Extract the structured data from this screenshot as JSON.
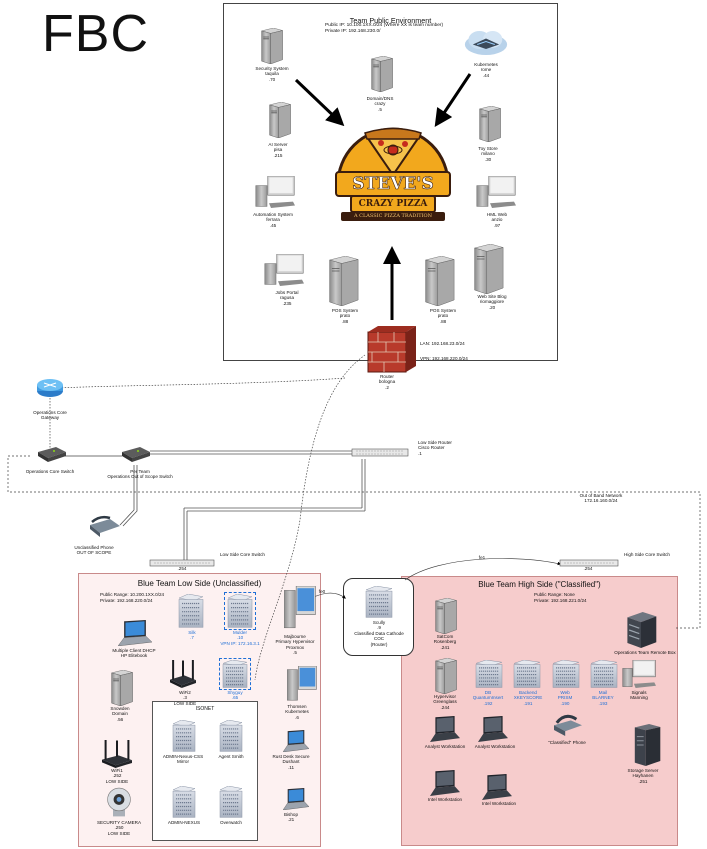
{
  "title": "FBC",
  "public_env": {
    "title": "Team Public Environment",
    "public_ip": "Public IP:   10.100.1XX.0/24 (Where XX is team number)",
    "private_ip": "Private IP:  192.168.230.0/",
    "router_lan": "LAN: 192.168.23.0/24",
    "router_vpn": "VPN: 192.168.220.0/24",
    "logo_line1": "STEVE'S",
    "logo_line2": "CRAZY PIZZA",
    "logo_tagline": "A CLASSIC PIZZA TRADITION",
    "nodes": [
      {
        "name": "Security System\ntaquila\n.70"
      },
      {
        "name": "Domain/DNS\ncrazy\n.5"
      },
      {
        "name": "Kubernetes\nrome\n.44"
      },
      {
        "name": "AI Server\npisa\n.215"
      },
      {
        "name": "Toy Store\nmilano\n.30"
      },
      {
        "name": "Automation System\nferrara\n.45"
      },
      {
        "name": "HML Web\nanzio\n.97"
      },
      {
        "name": "Jobs Portal\nragusa\n.235"
      },
      {
        "name": "POS System\nprato\n.88"
      },
      {
        "name": "POS System\nprato\n.88"
      },
      {
        "name": "Web Site Blog\nriomaggiore\n.20"
      },
      {
        "name": "Router\nbologna\n.2"
      }
    ]
  },
  "ops": {
    "gateway": "Operations Core\nGateway",
    "core_switch": "Operations Core Switch",
    "per_team_switch": "Per Team\nOperations Out of Scope Switch",
    "low_router": "Low Side Router\nCisco Router\n.1",
    "oob_network": "Out of Band Network\n172.16.160.0/24",
    "phone": "Unclassified Phone\nOUT OF SCOPE",
    "low_core_switch": "Low Side Core Switch",
    "low_core_ip": ".254",
    "high_core_switch": "High Side Core Switch",
    "high_core_ip": ".254",
    "link_fe1": "fe1",
    "link_fe0": "fe0"
  },
  "low_side": {
    "title": "Blue Team Low Side (Unclassified)",
    "public_range": "Public Range: 10.200.1XX.0/24",
    "private_range": "Private: 192.168.220.0/24",
    "nodes": [
      {
        "name": "Multiple Client DHCP\nHP Elitebook",
        "blue": false
      },
      {
        "name": "Silk\n.7",
        "blue": true
      },
      {
        "name": "Mulder\n.10\nVPN IP: 172.16.3.1",
        "blue": true
      },
      {
        "name": "Majbourne\nPrimary Hypervisor\nProxmox\n.5",
        "blue": false
      },
      {
        "name": "Snowden\nDomain\n.56",
        "blue": false
      },
      {
        "name": "WiFi2\n.3\nLOW SIDE",
        "blue": false
      },
      {
        "name": "Shyguy\n.65",
        "blue": true
      },
      {
        "name": "Thomsen\nKubernetes\n.6",
        "blue": false
      },
      {
        "name": "WiFi1\n.252\nLOW SIDE",
        "blue": false
      },
      {
        "name": "SECURITY CAMERA\n.250\nLOW SIDE",
        "blue": false
      },
      {
        "name": "Rust Desk Secure\nDushant\n.11",
        "blue": false
      },
      {
        "name": "Bishop\n.21",
        "blue": false
      }
    ],
    "isonet": {
      "title": "ISONET",
      "nodes": [
        {
          "name": "ADMIN-Nexus-CSS\nMirror"
        },
        {
          "name": "Agent Smith"
        },
        {
          "name": "ADMIN-NEXUS"
        },
        {
          "name": "Overwatch"
        }
      ]
    }
  },
  "coc": {
    "name": "Scully\n.9\nClassified Data Cathode\nCOC\n(Router)"
  },
  "high_side": {
    "title": "Blue Team High Side (\"Classified\")",
    "public_range": "Public Range: None",
    "private_range": "Private: 192.168.221.0/24",
    "nodes": [
      {
        "name": "SatCom\nRosenberg\n.241",
        "blue": false
      },
      {
        "name": "Operations Team Remote Box",
        "blue": false
      },
      {
        "name": "Hypervisor\nGreenglass\n.244",
        "blue": false
      },
      {
        "name": "DB\nQuantumInsert\n.192",
        "blue": true
      },
      {
        "name": "Backend\nXKEYSCORE\n.191",
        "blue": true
      },
      {
        "name": "Web\nPRISM\n.190",
        "blue": true
      },
      {
        "name": "Mail\nBLARNEY\n.193",
        "blue": true
      },
      {
        "name": "Signals\nManning",
        "blue": false
      },
      {
        "name": "Analyst Workstation",
        "blue": false
      },
      {
        "name": "Analyst Workstation",
        "blue": false
      },
      {
        "name": "\"Classified\" Phone",
        "blue": false
      },
      {
        "name": "Storage Server\nHayhanen\n.251",
        "blue": false
      },
      {
        "name": "Intel Workstation",
        "blue": false
      },
      {
        "name": "Intel Workstation",
        "blue": false
      }
    ]
  }
}
